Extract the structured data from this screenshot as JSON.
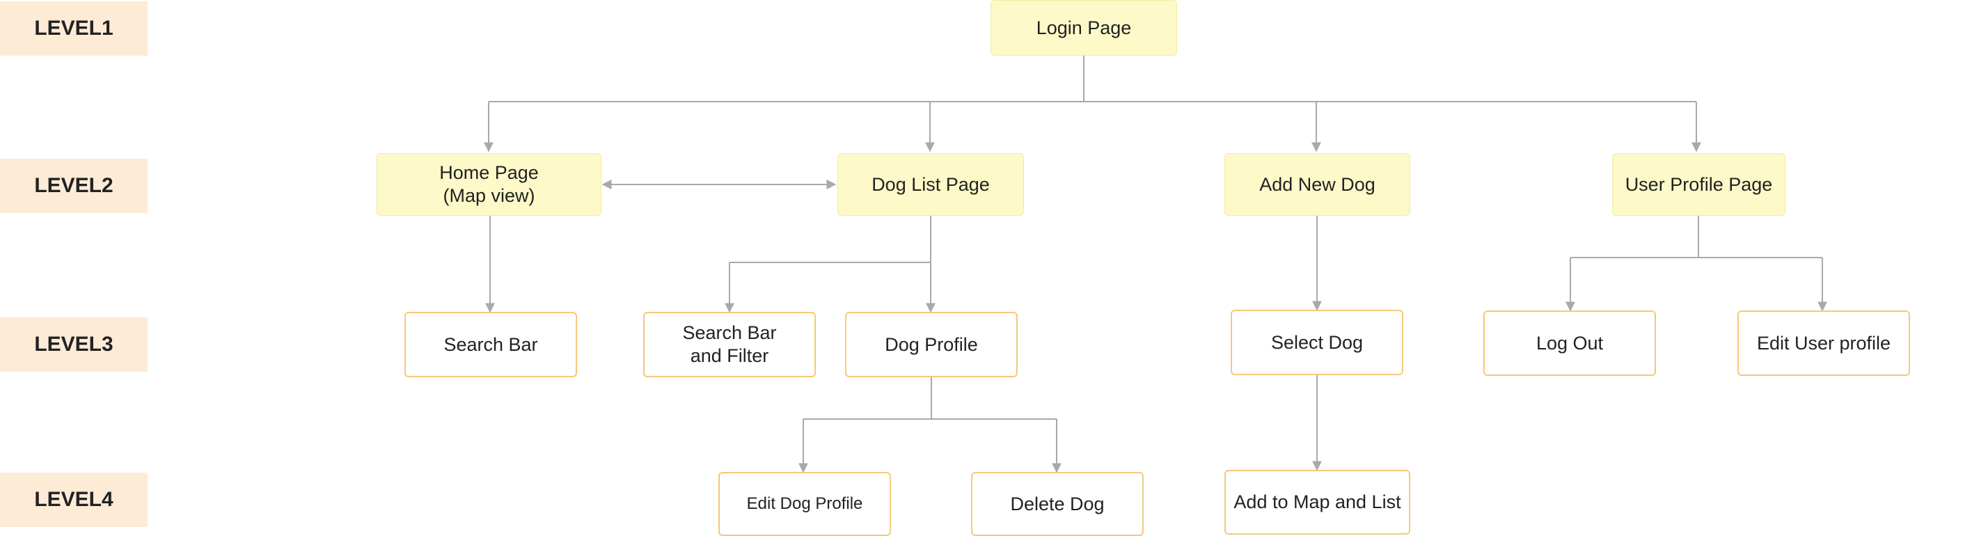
{
  "levels": [
    "LEVEL1",
    "LEVEL2",
    "LEVEL3",
    "LEVEL4"
  ],
  "nodes": {
    "login": "Login Page",
    "home": "Home Page\n(Map view)",
    "dog_list": "Dog List Page",
    "add_new_dog": "Add New Dog",
    "user_profile": "User Profile Page",
    "search_bar": "Search Bar",
    "search_filter": "Search Bar\nand Filter",
    "dog_profile": "Dog Profile",
    "select_dog": "Select Dog",
    "log_out": "Log Out",
    "edit_user_profile": "Edit User profile",
    "edit_dog_profile": "Edit Dog Profile",
    "delete_dog": "Delete Dog",
    "add_to_map_list": "Add to Map and List"
  },
  "colors": {
    "level_fill": "#fdebd6",
    "primary_node_fill": "#fdf9c8",
    "secondary_node_border": "#f5c97a",
    "connector": "#a9a9a9"
  }
}
